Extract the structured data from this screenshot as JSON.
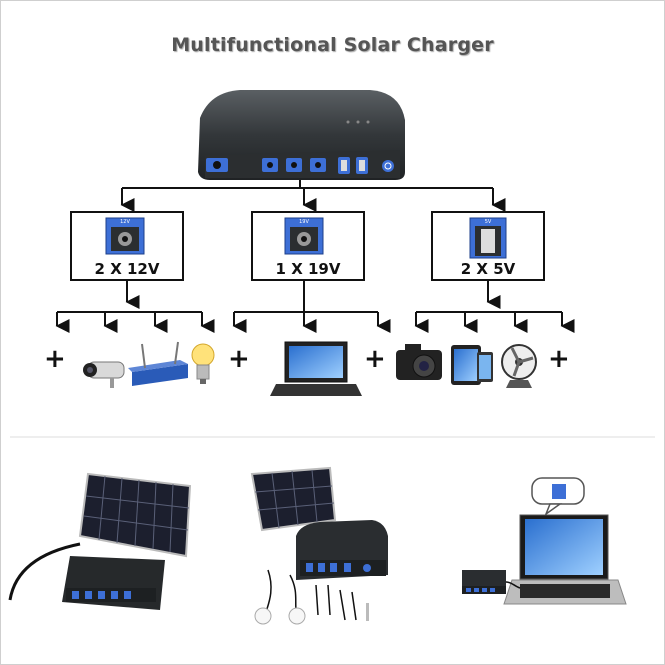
{
  "title": "Multifunctional Solar Charger",
  "outputs": [
    {
      "label": "2 X 12V",
      "port_label": "12V"
    },
    {
      "label": "1 X 19V",
      "port_label": "19V"
    },
    {
      "label": "2 X 5V",
      "port_label": "5V"
    }
  ],
  "icons": [
    "plus-sign",
    "cctv-camera",
    "wifi-router",
    "light-bulb",
    "laptop",
    "digital-camera",
    "tablet-phone",
    "desk-fan"
  ],
  "colors": {
    "device_body": "#2f3336",
    "port_blue": "#3d6fd6",
    "line": "#111111"
  }
}
